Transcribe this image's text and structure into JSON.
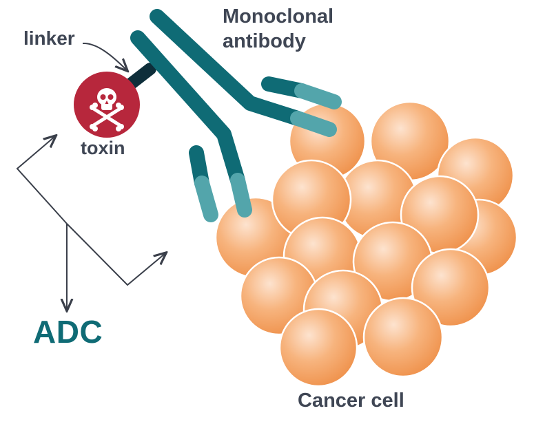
{
  "labels": {
    "antibody_line1": "Monoclonal",
    "antibody_line2": "antibody",
    "linker": "linker",
    "toxin": "toxin",
    "adc": "ADC",
    "cancer_cell": "Cancer cell"
  },
  "colors": {
    "antibody_dark": "#0f6b75",
    "antibody_light": "#53a5ab",
    "linker": "#0e2e3a",
    "toxin": "#b7273c",
    "cell_orange": "#f29a55",
    "text": "#3f4654",
    "adc_text": "#0f6b75",
    "arrows": "#3a3f4a"
  },
  "icons": {
    "toxin_symbol": "skull-crossbones-icon"
  }
}
